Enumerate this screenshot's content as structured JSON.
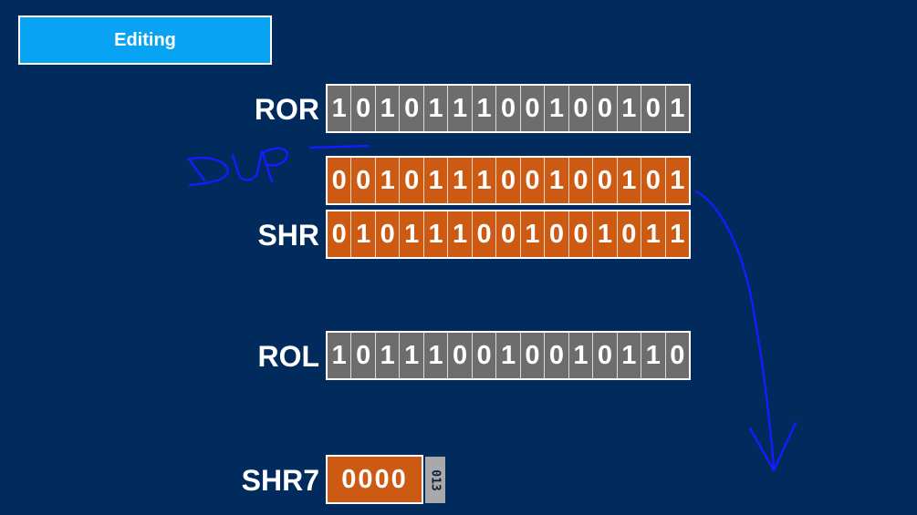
{
  "mode_button": {
    "label": "Editing"
  },
  "rows": {
    "ror": {
      "label": "ROR",
      "bits": [
        "1",
        "0",
        "1",
        "0",
        "1",
        "1",
        "1",
        "0",
        "0",
        "1",
        "0",
        "0",
        "1",
        "0",
        "1"
      ]
    },
    "dup": {
      "bits": [
        "0",
        "0",
        "1",
        "0",
        "1",
        "1",
        "1",
        "0",
        "0",
        "1",
        "0",
        "0",
        "1",
        "0",
        "1"
      ]
    },
    "shr": {
      "label": "SHR",
      "bits": [
        "0",
        "1",
        "0",
        "1",
        "1",
        "1",
        "0",
        "0",
        "1",
        "0",
        "0",
        "1",
        "0",
        "1",
        "1"
      ]
    },
    "rol": {
      "label": "ROL",
      "bits": [
        "1",
        "0",
        "1",
        "1",
        "1",
        "0",
        "0",
        "1",
        "0",
        "0",
        "1",
        "0",
        "1",
        "1",
        "0"
      ]
    }
  },
  "shr7": {
    "label": "SHR7",
    "value": "0000",
    "tag": "013"
  },
  "annotation": {
    "text": "DUP"
  },
  "colors": {
    "background": "#002b5c",
    "button": "#09a3f3",
    "gray": "#6d6d6d",
    "orange": "#cc5a12",
    "ink": "#1a1aff"
  }
}
